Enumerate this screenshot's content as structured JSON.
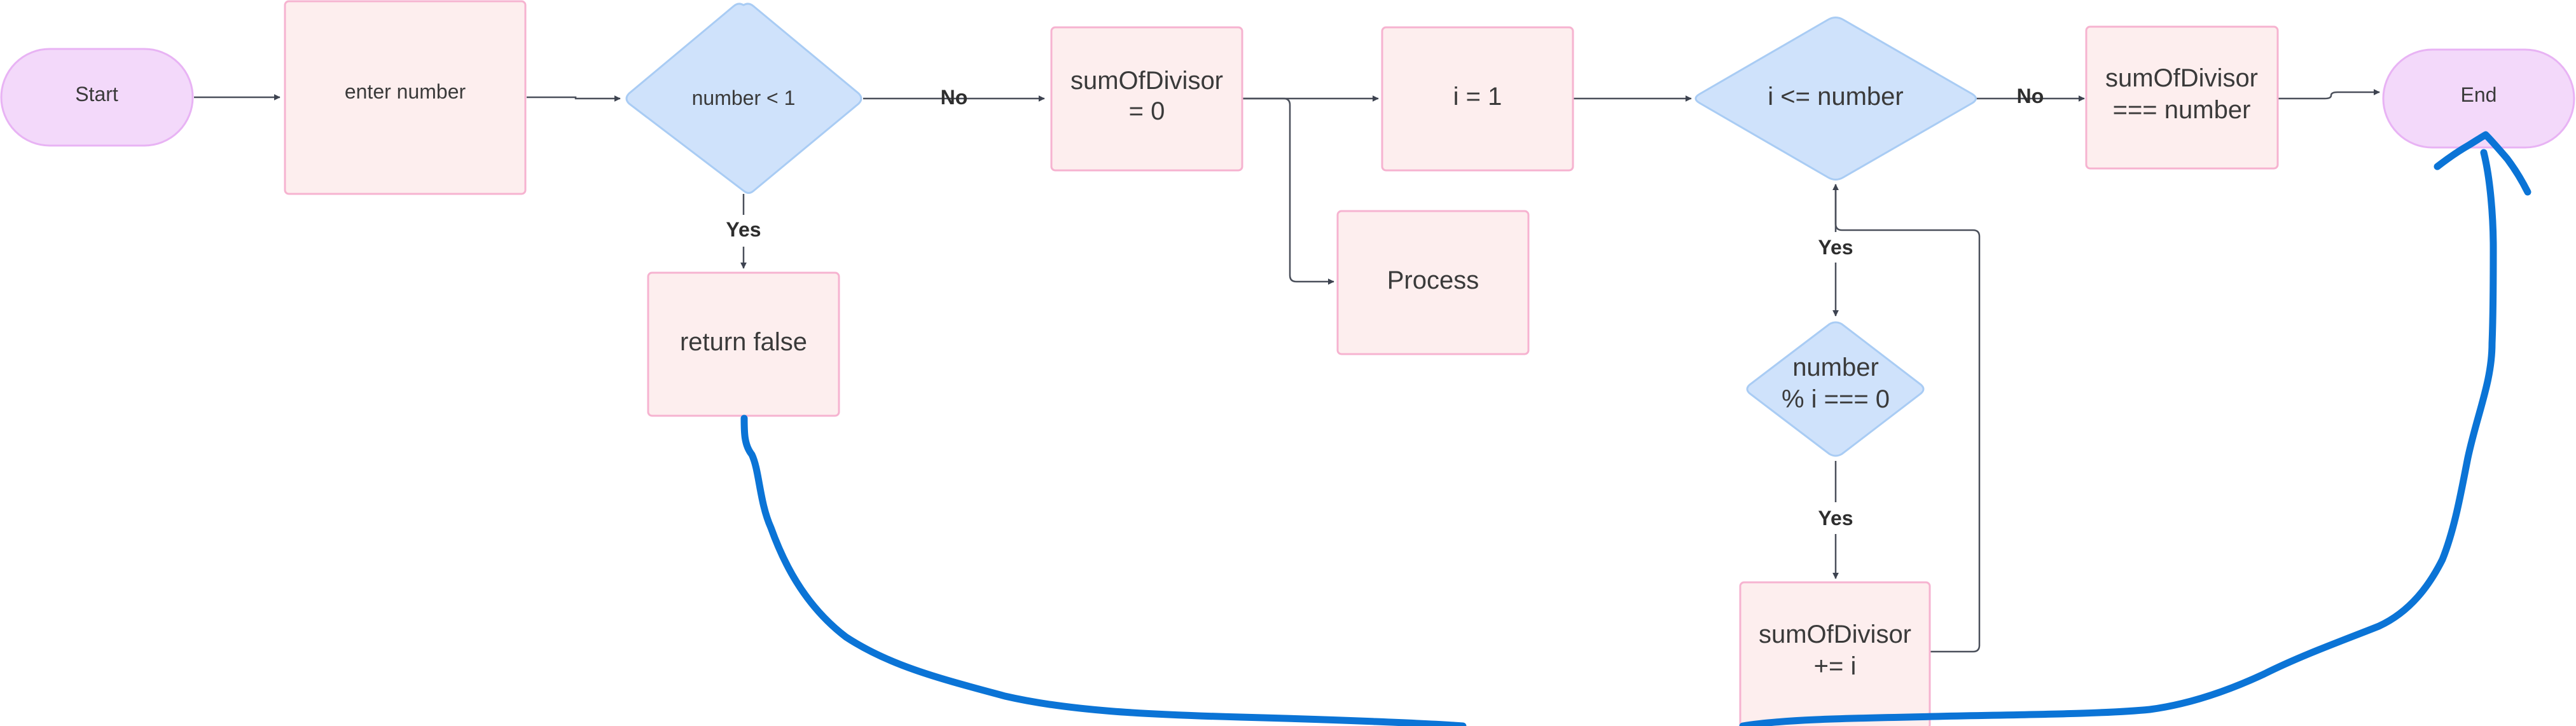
{
  "nodes": {
    "start": "Start",
    "enter_number": "enter number",
    "number_lt_1": "number < 1",
    "return_false": "return false",
    "sum_init": [
      "sumOfDivisor",
      "= 0"
    ],
    "i_init": "i = 1",
    "process": "Process",
    "i_le_number": "i <= number",
    "divisible": [
      "number",
      "% i === 0"
    ],
    "sum_add": [
      "sumOfDivisor",
      "+= i"
    ],
    "sum_check": [
      "sumOfDivisor",
      "=== number"
    ],
    "end": "End"
  },
  "edge_labels": {
    "no_1": "No",
    "yes_1": "Yes",
    "yes_2": "Yes",
    "yes_3": "Yes",
    "no_2": "No"
  },
  "colors": {
    "terminal_fill": "#f3d9fa",
    "process_fill": "#fdeeee",
    "decision_fill": "#cfe2fb",
    "connector": "#4a4f5a",
    "annotation_stroke": "#0b74d6"
  }
}
